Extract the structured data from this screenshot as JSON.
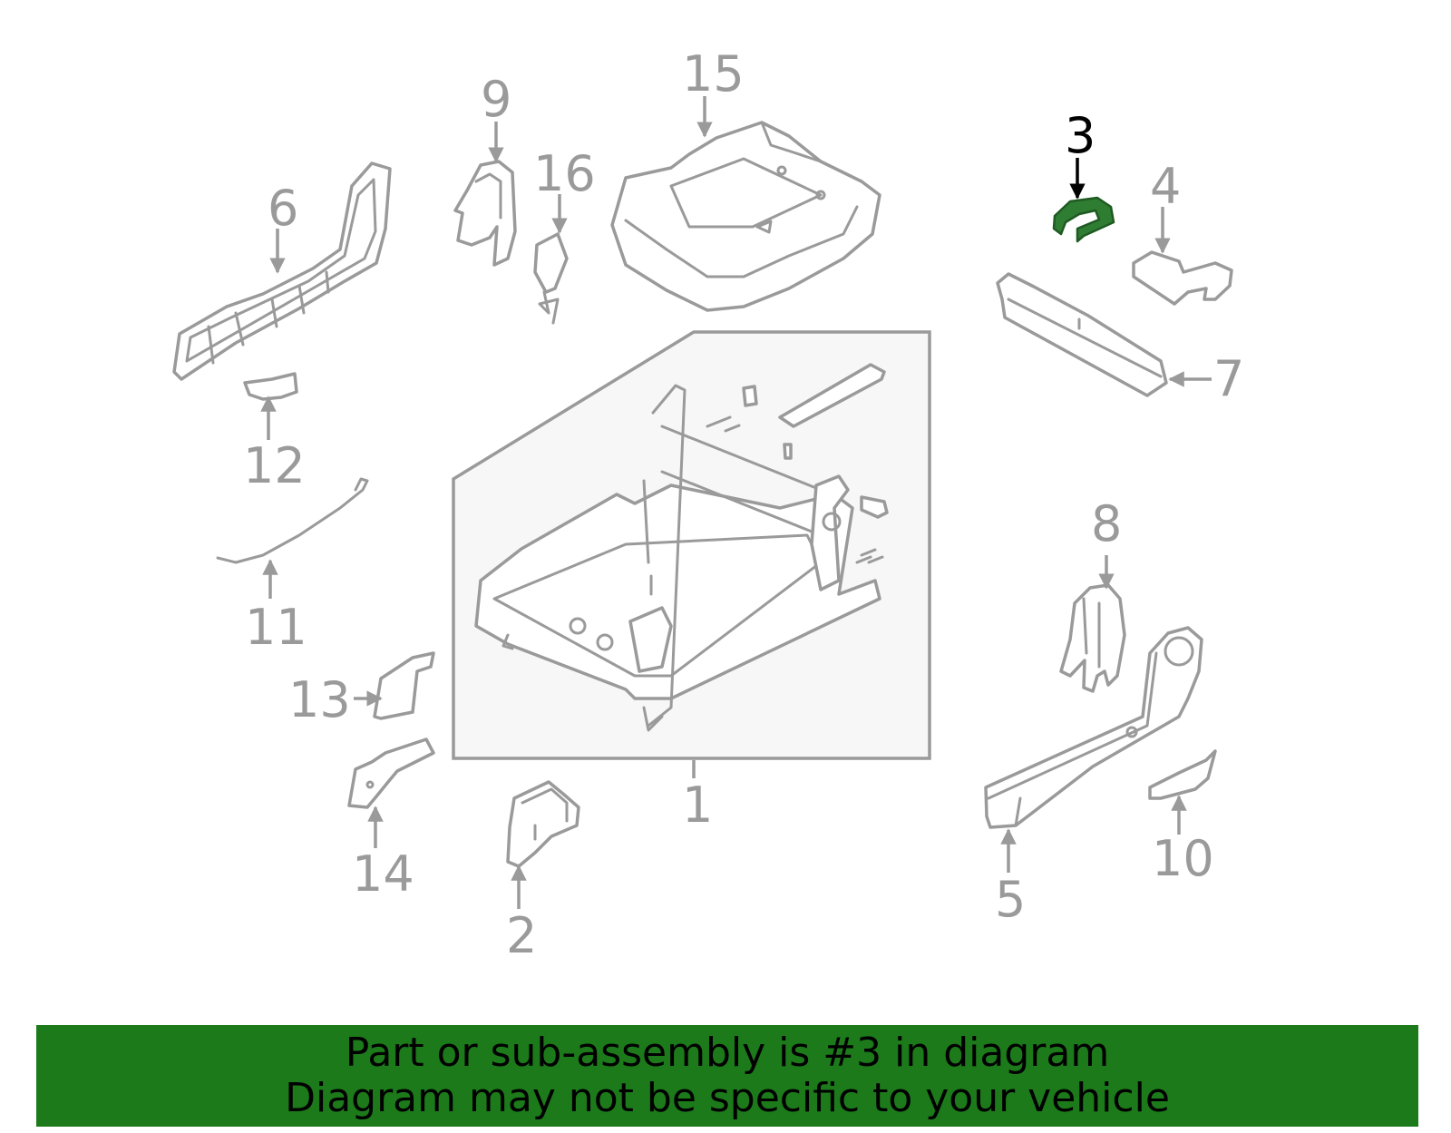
{
  "diagram": {
    "highlighted_part": "3",
    "highlight_color": "#2f7d32",
    "callouts": [
      "1",
      "2",
      "3",
      "4",
      "5",
      "6",
      "7",
      "8",
      "9",
      "10",
      "11",
      "12",
      "13",
      "14",
      "15",
      "16"
    ]
  },
  "banner": {
    "line1": "Part or sub-assembly is #3 in diagram",
    "line2": "Diagram may not be specific to your vehicle",
    "background": "#1c7a1a"
  }
}
